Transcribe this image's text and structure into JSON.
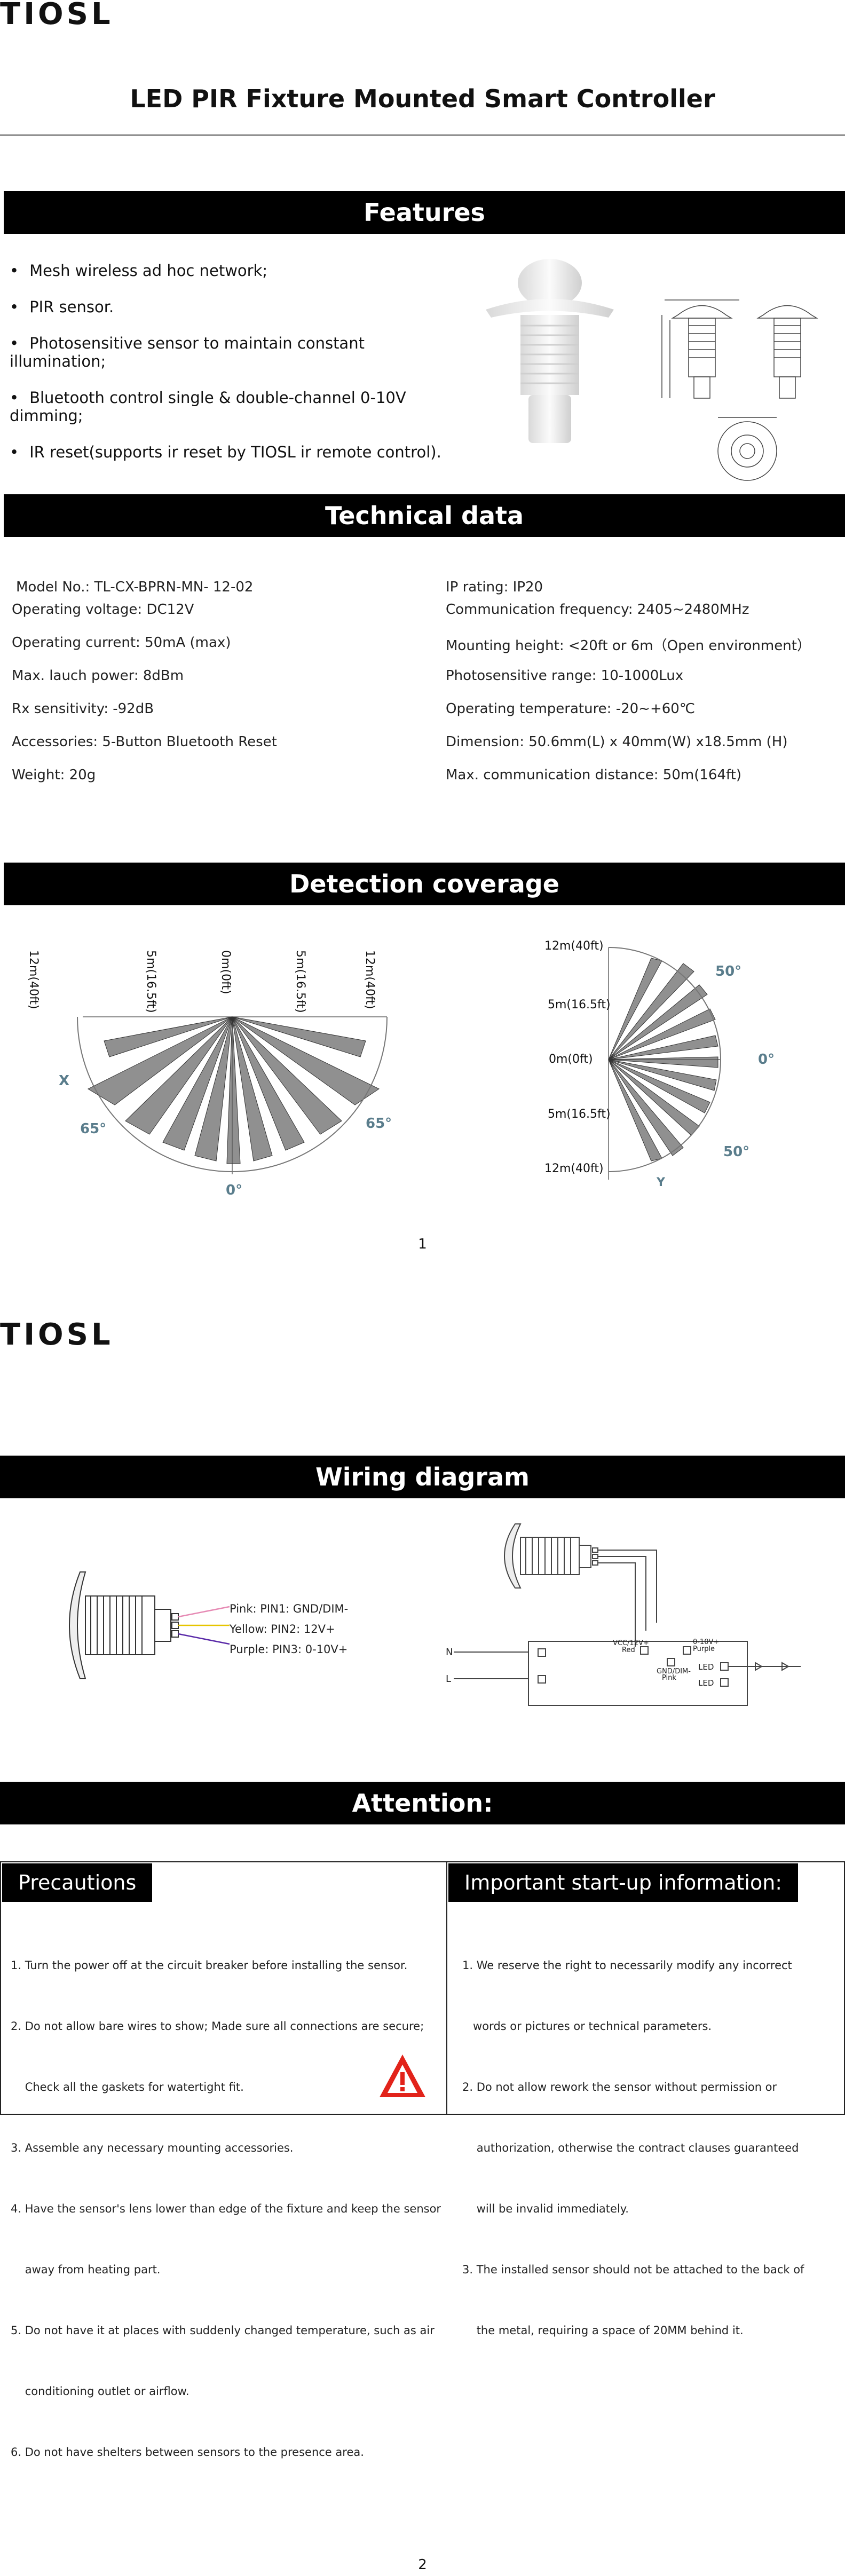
{
  "page1": {
    "logo": "TIOSL",
    "title": "LED PIR Fixture Mounted Smart Controller",
    "features": {
      "heading": "Features",
      "items": [
        "Mesh wireless ad hoc network;",
        "PIR sensor.",
        "Photosensitive sensor to maintain constant illumination;",
        "Bluetooth control single & double-channel 0-10V dimming;",
        "IR reset(supports ir reset by TIOSL ir remote control)."
      ]
    },
    "technical": {
      "heading": "Technical data",
      "left": [
        "Model No.: TL-CX-BPRN-MN- 12-02",
        "Operating voltage: DC12V",
        "Operating current: 50mA (max)",
        "Max. lauch power: 8dBm",
        "Rx sensitivity: -92dB",
        "Accessories: 5-Button Bluetooth Reset",
        "Weight: 20g"
      ],
      "right": [
        "IP rating: IP20",
        "Communication frequency: 2405~2480MHz",
        "Mounting height: <20ft or 6m（Open environment）",
        "Photosensitive range: 10-1000Lux",
        "Operating temperature:  -20~+60℃",
        "Dimension: 50.6mm(L) x 40mm(W) x18.5mm (H)",
        "Max. communication distance: 50m(164ft)"
      ]
    },
    "detection": {
      "heading": "Detection coverage",
      "left_labels": [
        "12m(40ft)",
        "5m(16.5ft)",
        "0m(0ft)",
        "5m(16.5ft)",
        "12m(40ft)"
      ],
      "left_angle_left": "65°",
      "left_angle_right": "65°",
      "left_angle_bottom": "0°",
      "left_axis": "X",
      "right_labels": [
        "12m(40ft)",
        "5m(16.5ft)",
        "0m(0ft)",
        "5m(16.5ft)",
        "12m(40ft)"
      ],
      "right_angle_top": "50°",
      "right_angle_mid": "0°",
      "right_angle_bottom": "50°",
      "right_axis": "Y"
    },
    "page_number": "1"
  },
  "page2": {
    "logo": "TIOSL",
    "wiring": {
      "heading": "Wiring diagram",
      "legend": [
        "Pink: PIN1: GND/DIM-",
        "Yellow: PIN2: 12V+",
        "Purple: PIN3: 0-10V+"
      ],
      "labels": {
        "n": "N",
        "l": "L",
        "vcc": "VCC/12V+",
        "red": "Red",
        "gnd": "GND/DIM-",
        "pink": "Pink",
        "v010": "0-10V+",
        "purple": "Purple",
        "led1": "LED",
        "led2": "LED"
      }
    },
    "attention": {
      "heading": "Attention:",
      "precautions_title": "Precautions",
      "precautions": [
        "1. Turn the power off at the circuit breaker before installing the sensor.",
        "2. Do not allow bare wires to show; Made sure all connections are secure;",
        "    Check all the gaskets for watertight fit.",
        "3. Assemble any necessary mounting accessories.",
        "4. Have the sensor's lens lower than edge of the fixture and keep the sensor",
        "    away from heating part.",
        "5. Do not have it at places with suddenly changed temperature, such as air",
        "    conditioning outlet or airflow.",
        "6. Do not have shelters between sensors to the presence area."
      ],
      "startup_title": "Important start-up information:",
      "startup": [
        "1. We reserve the right to necessarily modify any incorrect",
        "   words or pictures or technical parameters.",
        "2. Do not allow rework the sensor without permission or",
        "    authorization, otherwise the contract clauses guaranteed",
        "    will be invalid immediately.",
        "3. The installed sensor should not be attached to the back of",
        "    the metal, requiring a space of 20MM behind it."
      ]
    },
    "page_number": "2"
  },
  "colors": {
    "banner_bg": "#000000",
    "diagram_line": "#444444",
    "angle_label": "#5a7d8c",
    "warning_red": "#e2231a"
  }
}
